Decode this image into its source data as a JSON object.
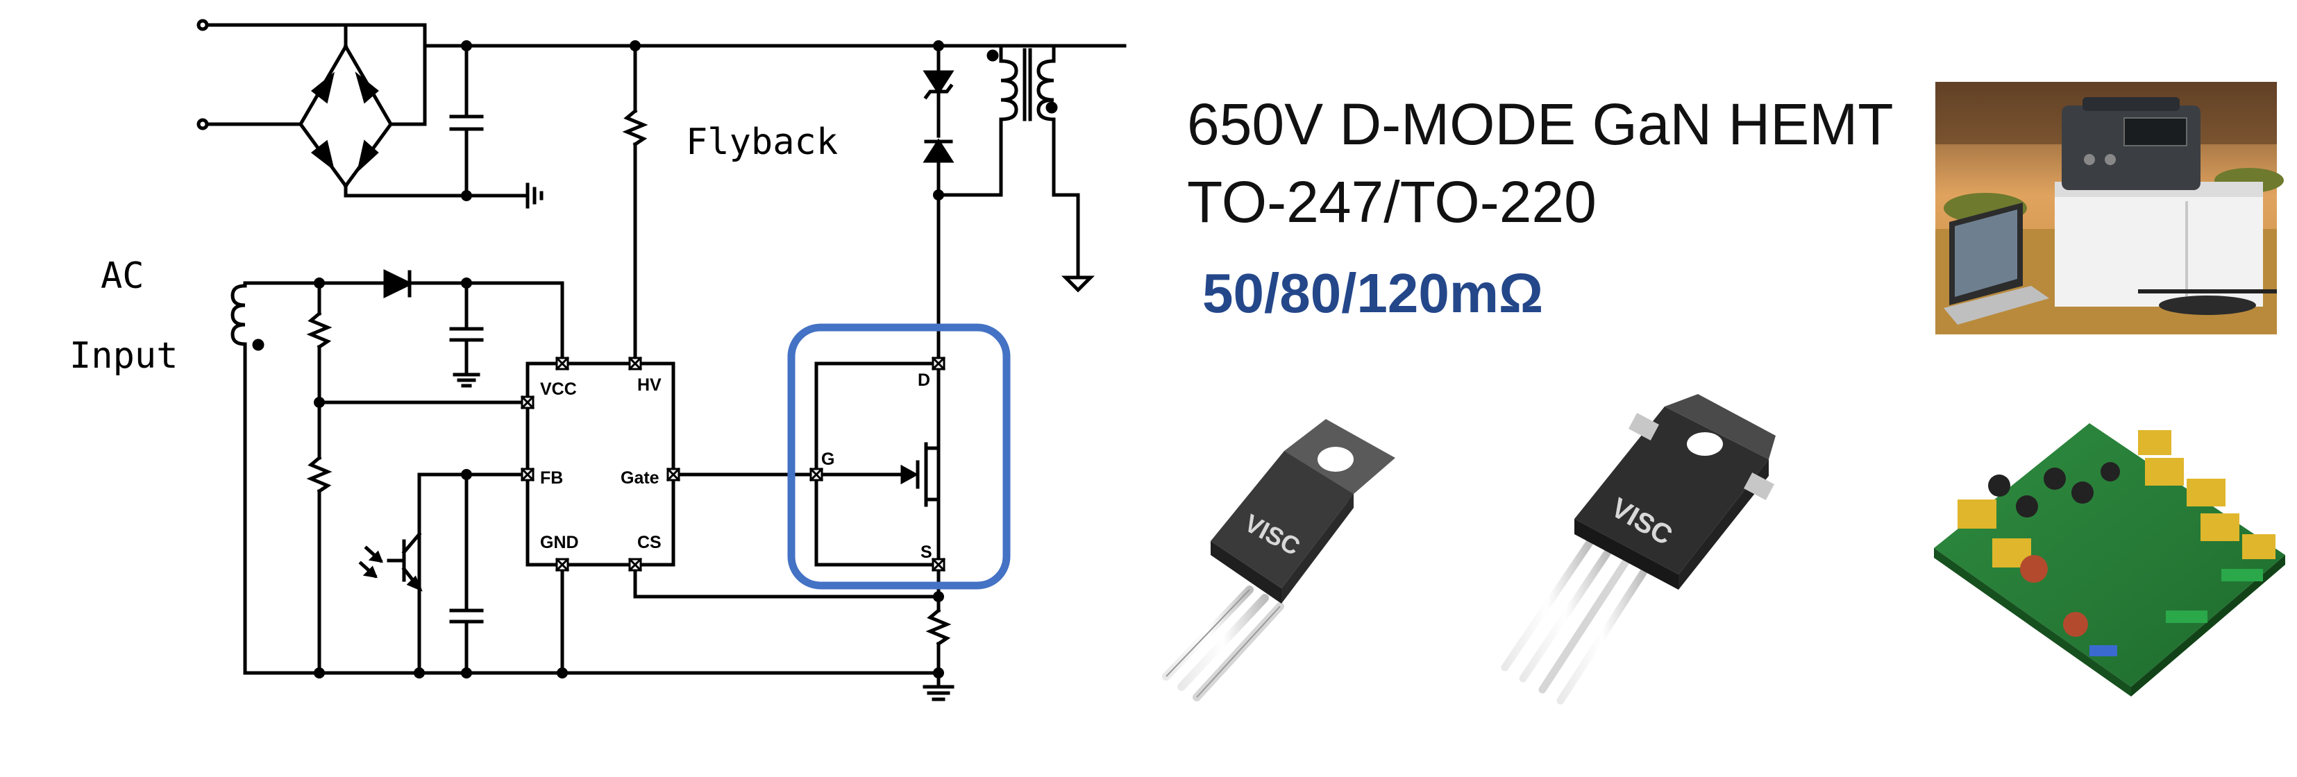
{
  "circuit": {
    "label_ac": "AC",
    "label_input": "Input",
    "label_flyback": "Flyback",
    "ic": {
      "vcc": "VCC",
      "hv": "HV",
      "fb": "FB",
      "gate": "Gate",
      "gnd": "GND",
      "cs": "CS"
    },
    "gan": {
      "drain": "D",
      "gate": "G",
      "source": "S"
    },
    "highlight_color": "#4472c4"
  },
  "product": {
    "title_line1": "650V D-MODE GaN HEMT",
    "title_line2": "TO-247/TO-220",
    "rds_on": "50/80/120mΩ",
    "accent_color": "#24478a"
  },
  "packages": {
    "to220_logo": "VISC",
    "to247_logo": "VISC"
  }
}
